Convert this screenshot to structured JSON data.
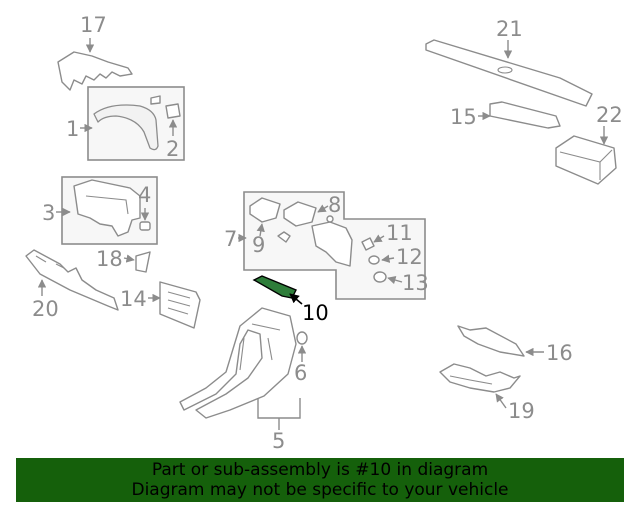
{
  "callouts": {
    "c1": "1",
    "c2": "2",
    "c3": "3",
    "c4": "4",
    "c5": "5",
    "c6": "6",
    "c7": "7",
    "c8": "8",
    "c9": "9",
    "c10": "10",
    "c11": "11",
    "c12": "12",
    "c13": "13",
    "c14": "14",
    "c15": "15",
    "c16": "16",
    "c17": "17",
    "c18": "18",
    "c19": "19",
    "c20": "20",
    "c21": "21",
    "c22": "22"
  },
  "highlight_part": "10",
  "colors": {
    "line": "#8c8c8c",
    "highlight_fill": "#2e7d3a",
    "banner_bg": "#15600b",
    "text": "#000000"
  },
  "banner": {
    "line1": "Part or sub-assembly is #10 in diagram",
    "line2": "Diagram may not be specific to your vehicle"
  }
}
